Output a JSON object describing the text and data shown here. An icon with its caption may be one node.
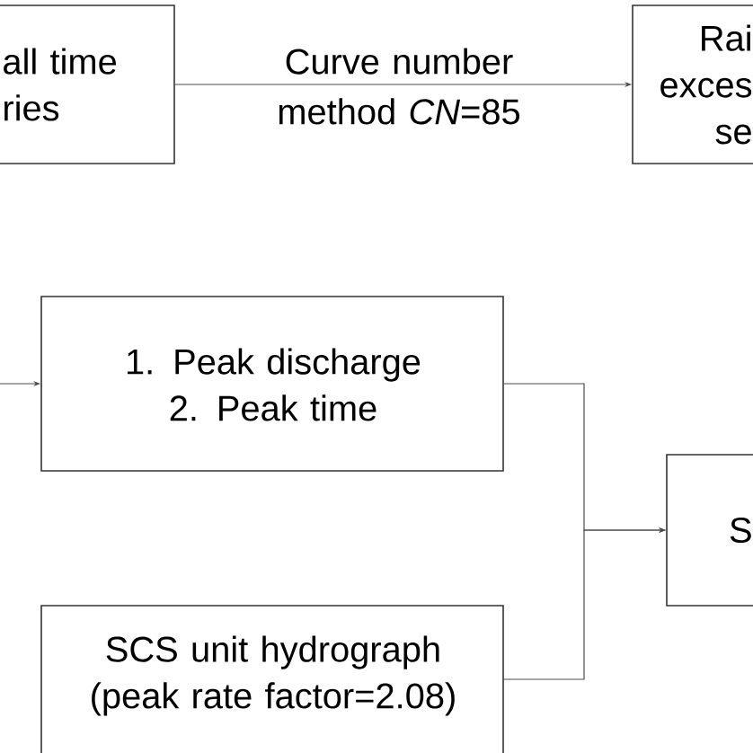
{
  "diagram": {
    "nodes": [
      {
        "text": [
          "all time ries"
        ]
      },
      {
        "text": [
          "Rai exces se"
        ]
      },
      {
        "text": [
          "1. Peak discharge",
          "2. Peak time"
        ]
      },
      {
        "text": [
          "SCS unit hydrograph (peak rate factor=2.08)"
        ]
      },
      {
        "text": [
          "S"
        ]
      }
    ],
    "edges": [
      {
        "from": 0,
        "to": 1,
        "arrow": "to",
        "label": "Curve number method *CN*=85"
      },
      {
        "from": null,
        "to": 2,
        "arrow": "to"
      },
      {
        "from": 2,
        "to": 4,
        "arrow": "to"
      },
      {
        "from": 3,
        "to": 4,
        "arrow": "to"
      }
    ]
  }
}
